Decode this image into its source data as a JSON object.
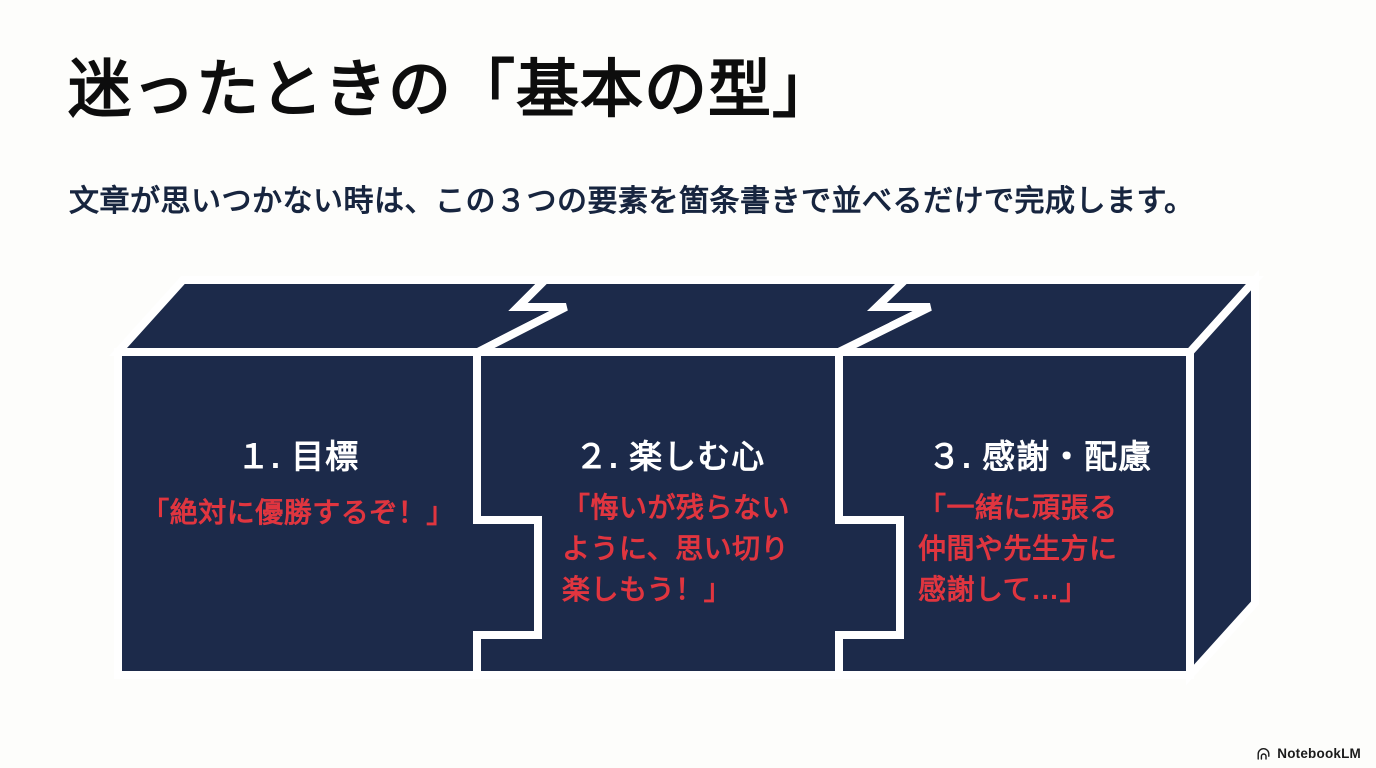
{
  "header": {
    "title": "迷ったときの「基本の型」",
    "subtitle": "文章が思いつかない時は、この３つの要素を箇条書きで並べるだけで完成します。"
  },
  "diagram": {
    "description": "3D bar split into three interlocking puzzle pieces",
    "colors": {
      "block_fill": "#1c2a4a",
      "outline": "#ffffff",
      "quote_red": "#e0353f",
      "label_white": "#ffffff",
      "title_black": "#0d0d0d",
      "subtitle_navy": "#17253f"
    },
    "blocks": [
      {
        "label": "１. 目標",
        "quote_lines": [
          "「絶対に優勝するぞ！」"
        ]
      },
      {
        "label": "２. 楽しむ心",
        "quote_lines": [
          "「悔いが残らない",
          "ように、思い切り",
          "楽しもう！」"
        ]
      },
      {
        "label": "３. 感謝・配慮",
        "quote_lines": [
          "「一緒に頑張る",
          "仲間や先生方に",
          "感謝して…」"
        ]
      }
    ]
  },
  "footer": {
    "brand": "NotebookLM"
  }
}
